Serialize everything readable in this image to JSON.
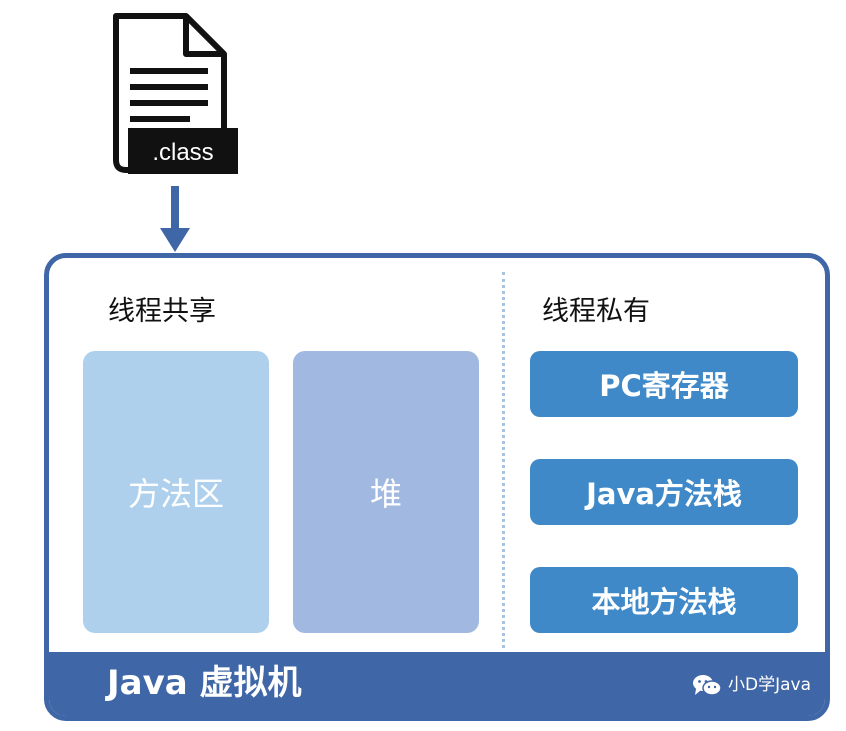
{
  "file_icon": {
    "label": ".class"
  },
  "jvm": {
    "title": "Java 虚拟机",
    "shared": {
      "title": "线程共享",
      "areas": [
        "方法区",
        "堆"
      ]
    },
    "private": {
      "title": "线程私有",
      "areas": [
        "PC寄存器",
        "Java方法栈",
        "本地方法栈"
      ]
    }
  },
  "watermark": {
    "text": "小D学Java",
    "icon": "wechat-icon"
  },
  "colors": {
    "frame": "#3f66a6",
    "method_area": "#aed0ec",
    "heap": "#a1b8e0",
    "private_block": "#3f89c8",
    "divider": "#a8c4df"
  }
}
